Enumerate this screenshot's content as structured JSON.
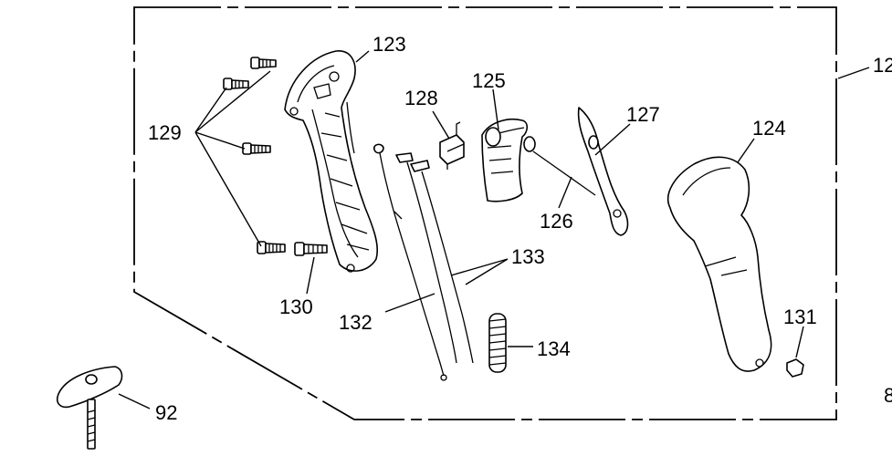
{
  "labels": {
    "p123": "123",
    "p125": "125",
    "p127": "127",
    "p128": "128",
    "p129": "129",
    "p124": "124",
    "p126": "126",
    "p133": "133",
    "p130": "130",
    "p132": "132",
    "p131": "131",
    "p134": "134",
    "p92": "92",
    "edge_top_right": "12",
    "edge_bottom_right": "8"
  }
}
